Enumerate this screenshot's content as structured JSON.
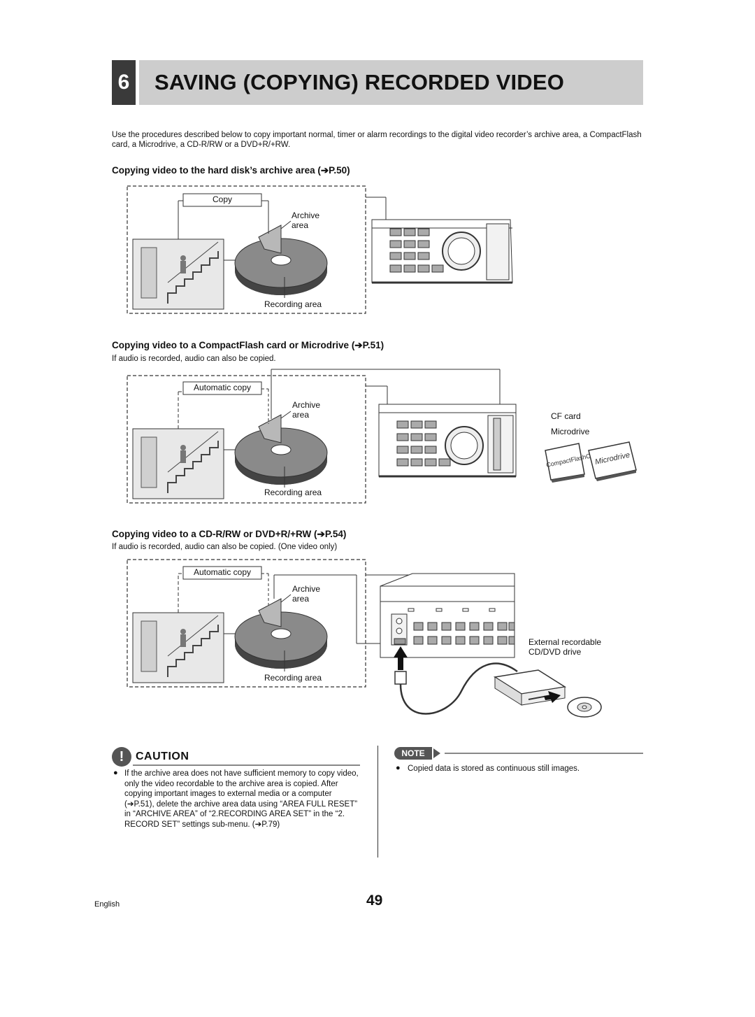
{
  "chapter": {
    "number": "6",
    "title": "SAVING (COPYING) RECORDED VIDEO"
  },
  "intro": "Use the procedures described below to copy important normal, timer or alarm recordings to the digital video recorder’s archive area, a CompactFlash card, a Microdrive, a CD-R/RW or a DVD+R/+RW.",
  "sections": [
    {
      "heading": "Copying video to the hard disk’s archive area (➔P.50)",
      "subtext": "",
      "copy_label": "Copy",
      "archive_label_1": "Archive",
      "archive_label_2": "area",
      "recording_label": "Recording area"
    },
    {
      "heading": "Copying video to a CompactFlash card or Microdrive (➔P.51)",
      "subtext": "If audio is recorded, audio can also be copied.",
      "copy_label": "Automatic copy",
      "archive_label_1": "Archive",
      "archive_label_2": "area",
      "recording_label": "Recording area",
      "cf_label": "CF card",
      "microdrive_label": "Microdrive",
      "cf_card_text": "CompactFlashCard",
      "microdrive_card_text": "Microdrive"
    },
    {
      "heading": "Copying video to a CD-R/RW or DVD+R/+RW (➔P.54)",
      "subtext": "If audio is recorded, audio can also be copied. (One video only)",
      "copy_label": "Automatic copy",
      "archive_label_1": "Archive",
      "archive_label_2": "area",
      "recording_label": "Recording area",
      "drive_label_1": "External recordable",
      "drive_label_2": "CD/DVD drive"
    }
  ],
  "caution": {
    "title": "CAUTION",
    "bullet": "If the archive area does not have sufficient memory to copy video, only the video recordable to the archive area is copied. After copying important images to external media or a computer (➔P.51), delete the archive area data using “AREA FULL RESET” in “ARCHIVE AREA” of “2.RECORDING AREA SET” in the “2. RECORD SET” settings sub-menu. (➔P.79)"
  },
  "note": {
    "title": "NOTE",
    "bullet": "Copied data is stored as continuous still images."
  },
  "footer": {
    "language": "English",
    "page": "49"
  }
}
